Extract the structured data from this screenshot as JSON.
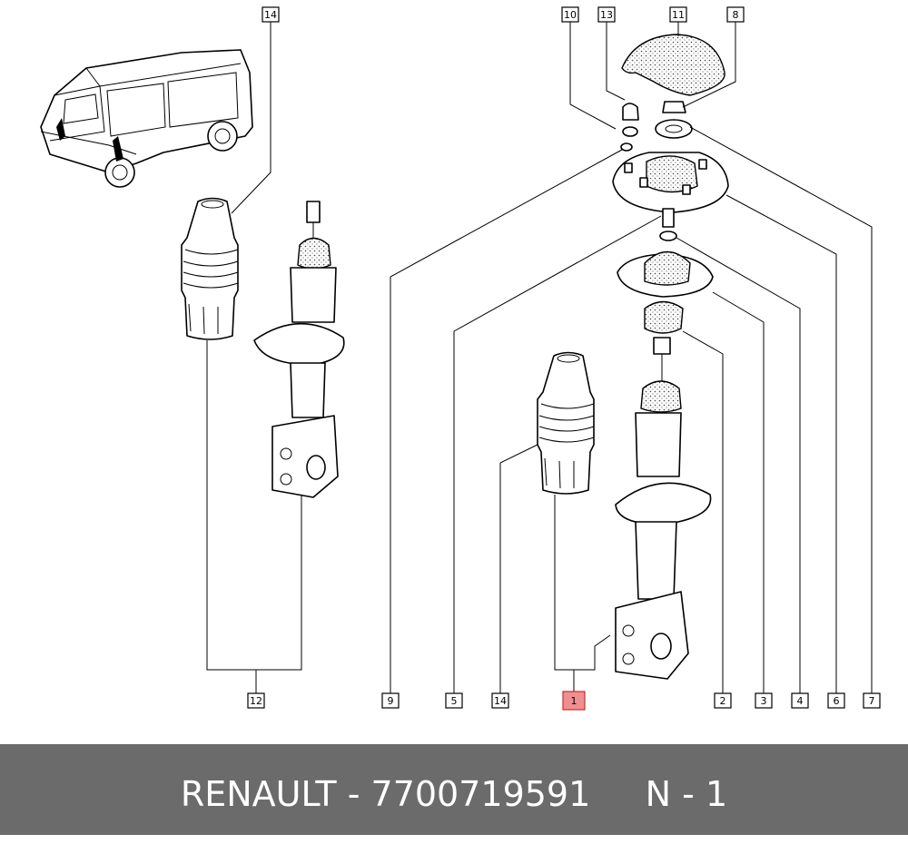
{
  "labels": {
    "l1": "1",
    "l2": "2",
    "l3": "3",
    "l4": "4",
    "l5": "5",
    "l6": "6",
    "l7": "7",
    "l8": "8",
    "l9": "9",
    "l10": "10",
    "l11": "11",
    "l12": "12",
    "l13": "13",
    "l14a": "14",
    "l14b": "14"
  },
  "highlight_color": "#f08f8f",
  "footer": {
    "text": "RENAULT - 7700719591     N - 1",
    "background": "#6b6b6b"
  }
}
